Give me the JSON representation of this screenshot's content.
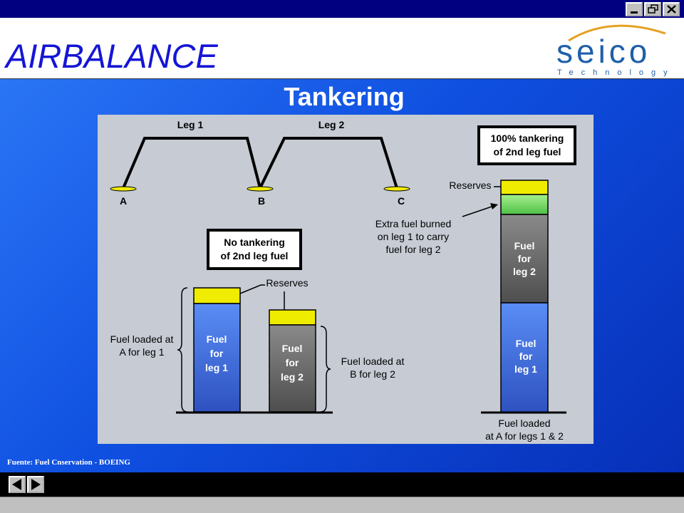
{
  "window": {
    "minimize_icon": "minimize-icon",
    "restore_icon": "restore-icon",
    "close_icon": "close-icon"
  },
  "header": {
    "app_title": "AIRBALANCE",
    "logo": {
      "text": "seico",
      "subtext": "Technology"
    }
  },
  "slide": {
    "title": "Tankering",
    "source": "Fuente: Fuel Cnservation  - BOEING"
  },
  "diagram": {
    "route": {
      "leg1": "Leg 1",
      "leg2": "Leg 2",
      "airport_a": "A",
      "airport_b": "B",
      "airport_c": "C"
    },
    "no_tankering": {
      "box_line1": "No tankering",
      "box_line2": "of 2nd leg fuel",
      "reserves": "Reserves",
      "left_label_line1": "Fuel loaded at",
      "left_label_line2": "A for leg 1",
      "right_label_line1": "Fuel loaded at",
      "right_label_line2": "B for leg 2",
      "bar1": [
        "Fuel",
        "for",
        "leg 1"
      ],
      "bar2": [
        "Fuel",
        "for",
        "leg 2"
      ]
    },
    "tankering": {
      "box_line1": "100% tankering",
      "box_line2": "of 2nd leg fuel",
      "reserves": "Reserves",
      "extra_line1": "Extra fuel burned",
      "extra_line2": "on leg 1 to carry",
      "extra_line3": "fuel for leg 2",
      "seg_leg2": [
        "Fuel",
        "for",
        "leg 2"
      ],
      "seg_leg1": [
        "Fuel",
        "for",
        "leg 1"
      ],
      "bottom_line1": "Fuel loaded",
      "bottom_line2": "at A for legs 1 & 2"
    },
    "colors": {
      "reserves": "#f0ec00",
      "extra_fuel": "#7ddc6c",
      "leg1_fuel": "#3f6ce0",
      "leg2_fuel": "#6e6e6e"
    }
  },
  "nav": {
    "prev_icon": "triangle-left-icon",
    "next_icon": "triangle-right-icon"
  }
}
